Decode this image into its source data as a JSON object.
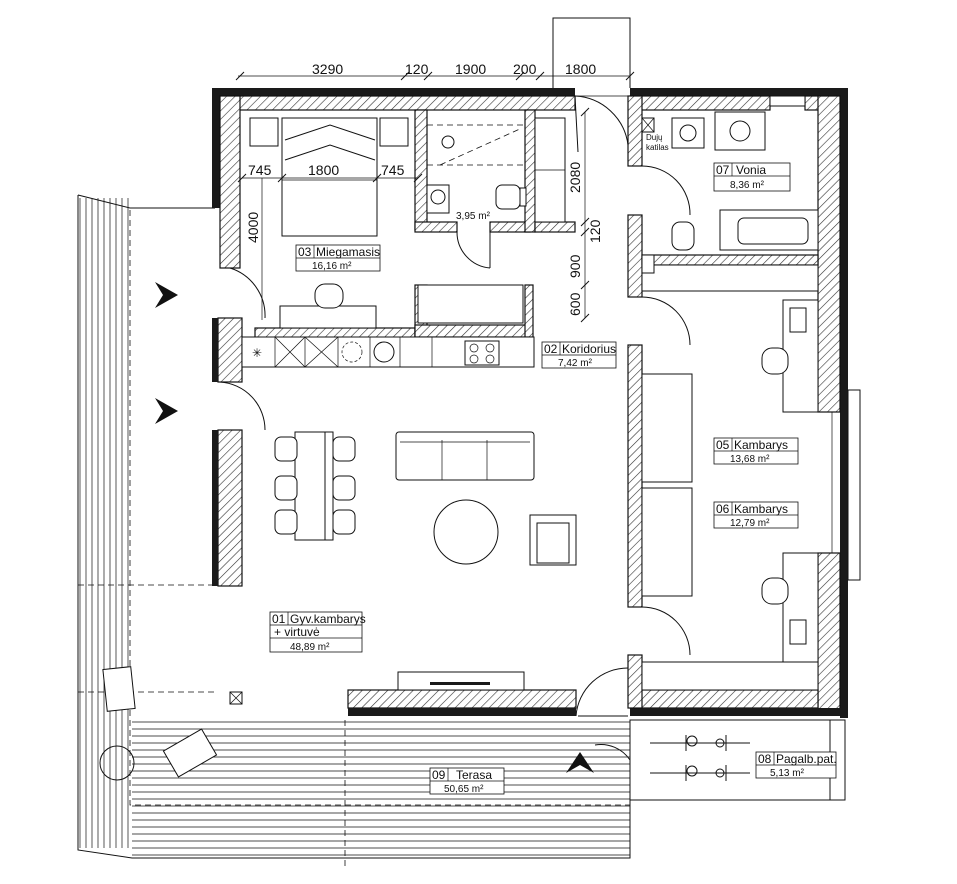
{
  "dimensions": {
    "top": [
      "3290",
      "120",
      "1900",
      "200",
      "1800"
    ],
    "bed_row": [
      "745",
      "1800",
      "745"
    ],
    "left": "4000",
    "vertical": [
      "2080",
      "120",
      "900",
      "600"
    ]
  },
  "rooms": [
    {
      "num": "01",
      "name": "Gyv.kambarys",
      "name2": "+ virtuvė",
      "area": "48,89 m²"
    },
    {
      "num": "02",
      "name": "Koridorius",
      "area": "7,42 m²"
    },
    {
      "num": "03",
      "name": "Miegamasis",
      "area": "16,16 m²"
    },
    {
      "num": "05",
      "name": "Kambarys",
      "area": "13,68 m²"
    },
    {
      "num": "06",
      "name": "Kambarys",
      "area": "12,79 m²"
    },
    {
      "num": "07",
      "name": "Vonia",
      "area": "8,36 m²"
    },
    {
      "num": "08",
      "name": "Pagalb.pat.",
      "area": "5,13 m²"
    },
    {
      "num": "09",
      "name": "Terasa",
      "area": "50,65 m²"
    }
  ],
  "wc_area": "3,95 m²",
  "boiler_label": [
    "Dujų",
    "katilas"
  ],
  "icons": [
    "entrance-arrow-icon",
    "bicycle-icon",
    "stove-icon",
    "sink-icon",
    "toilet-icon",
    "bathtub-icon",
    "chair-icon"
  ]
}
